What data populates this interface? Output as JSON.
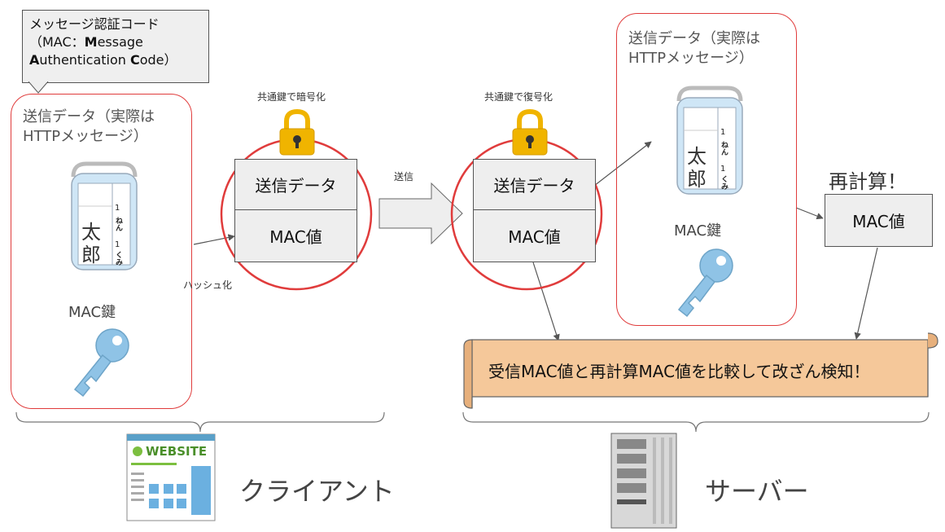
{
  "callout": {
    "line1": "メッセージ認証コード",
    "line2_pre": "（MAC：",
    "line2_M": "M",
    "line2_rest": "essage",
    "line3_A": "A",
    "line3_mid": "uthentication ",
    "line3_C": "C",
    "line3_rest": "ode）"
  },
  "client": {
    "data_label_1": "送信データ（実際は",
    "data_label_2": "HTTPメッセージ）",
    "tag_name_1": "太",
    "tag_name_2": "郎",
    "tag_side_1": "1",
    "tag_side_2": "ねん",
    "tag_side_3": "1",
    "tag_side_4": "くみ",
    "mac_key_label": "MAC鍵",
    "website_text": "WEBSITE",
    "side_label": "クライアント"
  },
  "message": {
    "encrypt_label": "共通鍵で暗号化",
    "hash_label": "ハッシュ化",
    "data_cell": "送信データ",
    "mac_cell": "MAC値",
    "send_label": "送信"
  },
  "server": {
    "decrypt_label": "共通鍵で復号化",
    "data_cell": "送信データ",
    "mac_cell": "MAC値",
    "data_label_1": "送信データ（実際は",
    "data_label_2": "HTTPメッセージ）",
    "tag_name_1": "太",
    "tag_name_2": "郎",
    "tag_side_1": "1",
    "tag_side_2": "ねん",
    "tag_side_3": "1",
    "tag_side_4": "くみ",
    "mac_key_label": "MAC鍵",
    "recalc_label": "再計算！",
    "recalc_mac": "MAC値",
    "compare_text": "受信MAC値と再計算MAC値を比較して改ざん検知！",
    "side_label": "サーバー"
  },
  "colors": {
    "red_outline": "#e03c3c",
    "gray_box": "#eeeeee",
    "scroll_fill": "#f5c89a",
    "lock_gold": "#f0b400",
    "key_blue": "#8fc3e6"
  }
}
